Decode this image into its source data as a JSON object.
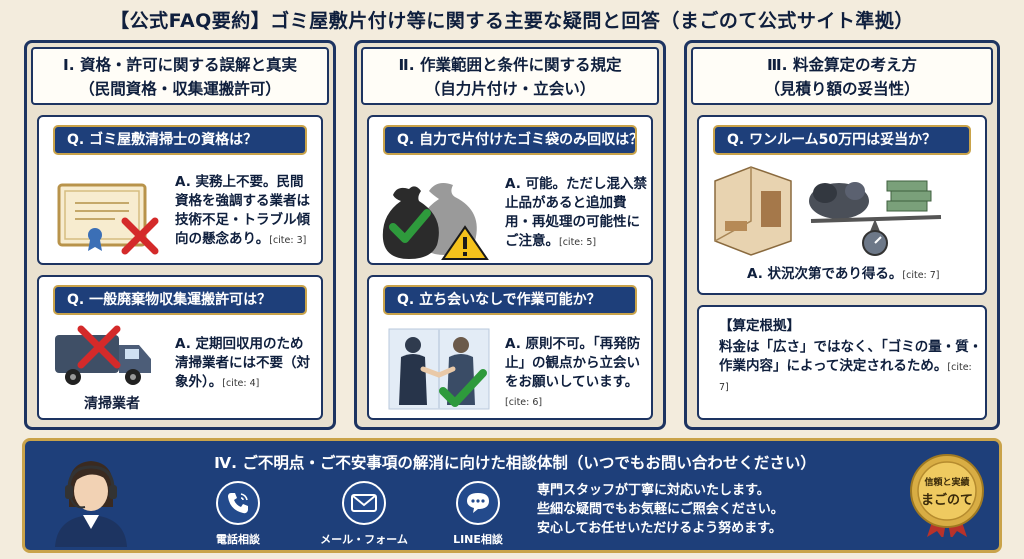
{
  "title": "【公式FAQ要約】ゴミ屋敷片付け等に関する主要な疑問と回答（まごのて公式サイト準拠）",
  "columns": [
    {
      "heading_line1": "Ⅰ. 資格・許可に関する誤解と真実",
      "heading_line2": "（民間資格・収集運搬許可）",
      "cards": [
        {
          "question": "Q. ゴミ屋敷清掃士の資格は？",
          "answer": "A. 実務上不要。民間資格を強調する業者は技術不足・トラブル傾向の懸念あり。",
          "cite": "[cite: 3]"
        },
        {
          "question": "Q. 一般廃棄物収集運搬許可は？",
          "answer": "A. 定期回収用のため清掃業者には不要（対象外）。",
          "cite": "[cite: 4]",
          "illus_label": "清掃業者"
        }
      ]
    },
    {
      "heading_line1": "Ⅱ. 作業範囲と条件に関する規定",
      "heading_line2": "（自力片付け・立会い）",
      "cards": [
        {
          "question": "Q. 自力で片付けたゴミ袋のみ回収は？",
          "answer": "A. 可能。ただし混入禁止品があると追加費用・再処理の可能性にご注意。",
          "cite": "[cite: 5]"
        },
        {
          "question": "Q. 立ち会いなしで作業可能か？",
          "answer": "A. 原則不可。「再発防止」の観点から立会いをお願いしています。",
          "cite": "[cite: 6]"
        }
      ]
    },
    {
      "heading_line1": "Ⅲ. 料金算定の考え方",
      "heading_line2": "（見積り額の妥当性）",
      "cards": [
        {
          "question": "Q. ワンルーム50万円は妥当か？",
          "answer": "A. 状況次第であり得る。",
          "cite": "[cite: 7]"
        },
        {
          "basis_title": "【算定根拠】",
          "answer": "料金は「広さ」ではなく、「ゴミの量・質・作業内容」によって決定されるため。",
          "cite": "[cite: 7]"
        }
      ]
    }
  ],
  "bottom": {
    "title": "Ⅳ. ご不明点・ご不安事項の解消に向けた相談体制（いつでもお問い合わせください）",
    "channels": [
      {
        "label": "電話相談",
        "icon": "phone-icon"
      },
      {
        "label": "メール・フォーム",
        "icon": "mail-icon"
      },
      {
        "label": "LINE相談",
        "icon": "chat-bubble-icon"
      }
    ],
    "message_line1": "専門スタッフが丁寧に対応いたします。",
    "message_line2": "些細な疑問でもお気軽にご照会ください。",
    "message_line3": "安心してお任せいただけるよう努めます。",
    "seal_top": "信頼と実績",
    "seal_main": "まごのて"
  },
  "colors": {
    "navy": "#1e3f7a",
    "gold": "#c9a34a",
    "check_green": "#2e9a3c",
    "cross_red": "#d42a2a",
    "background": "#f3ecdd"
  }
}
